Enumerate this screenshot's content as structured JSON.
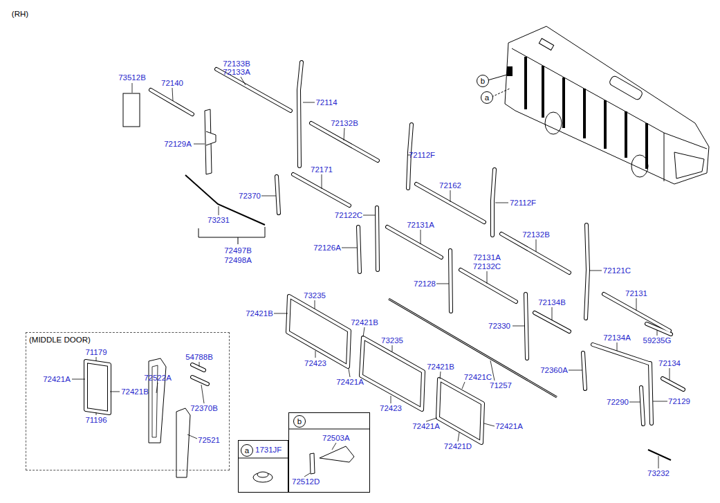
{
  "diagram": {
    "nodes": [
      {
        "text": [
          "b"
        ]
      },
      {
        "text": [
          "a"
        ]
      },
      {
        "text": [
          "(MIDDLE DOOR)"
        ]
      },
      {
        "text": [
          "1731JF"
        ]
      },
      {
        "text": [
          "a"
        ],
        "in": 3
      },
      {
        "text": [
          "72503A",
          "72512D"
        ]
      },
      {
        "text": [
          "b"
        ],
        "in": 5
      }
    ],
    "labels": [
      "(RH)",
      "73512B",
      "72140",
      "72133B",
      "72133A",
      "72114",
      "72129A",
      "72132B",
      "72112F",
      "72171",
      "72370",
      "72162",
      "72112F",
      "73231",
      "72497B",
      "72498A",
      "72122C",
      "72131A",
      "72132B",
      "72126A",
      "72131A",
      "72132C",
      "72121C",
      "72128",
      "73235",
      "72421B",
      "72131",
      "72134B",
      "72330",
      "72421B",
      "73235",
      "72134A",
      "59235G",
      "72423",
      "72421A",
      "72360A",
      "72134",
      "72421B",
      "72421C",
      "71257",
      "72423",
      "72290",
      "72129",
      "72421A",
      "72421A",
      "72421D",
      "73232",
      "71179",
      "72421A",
      "72421B",
      "71196",
      "72522A",
      "54788B",
      "72370B",
      "72521"
    ]
  }
}
